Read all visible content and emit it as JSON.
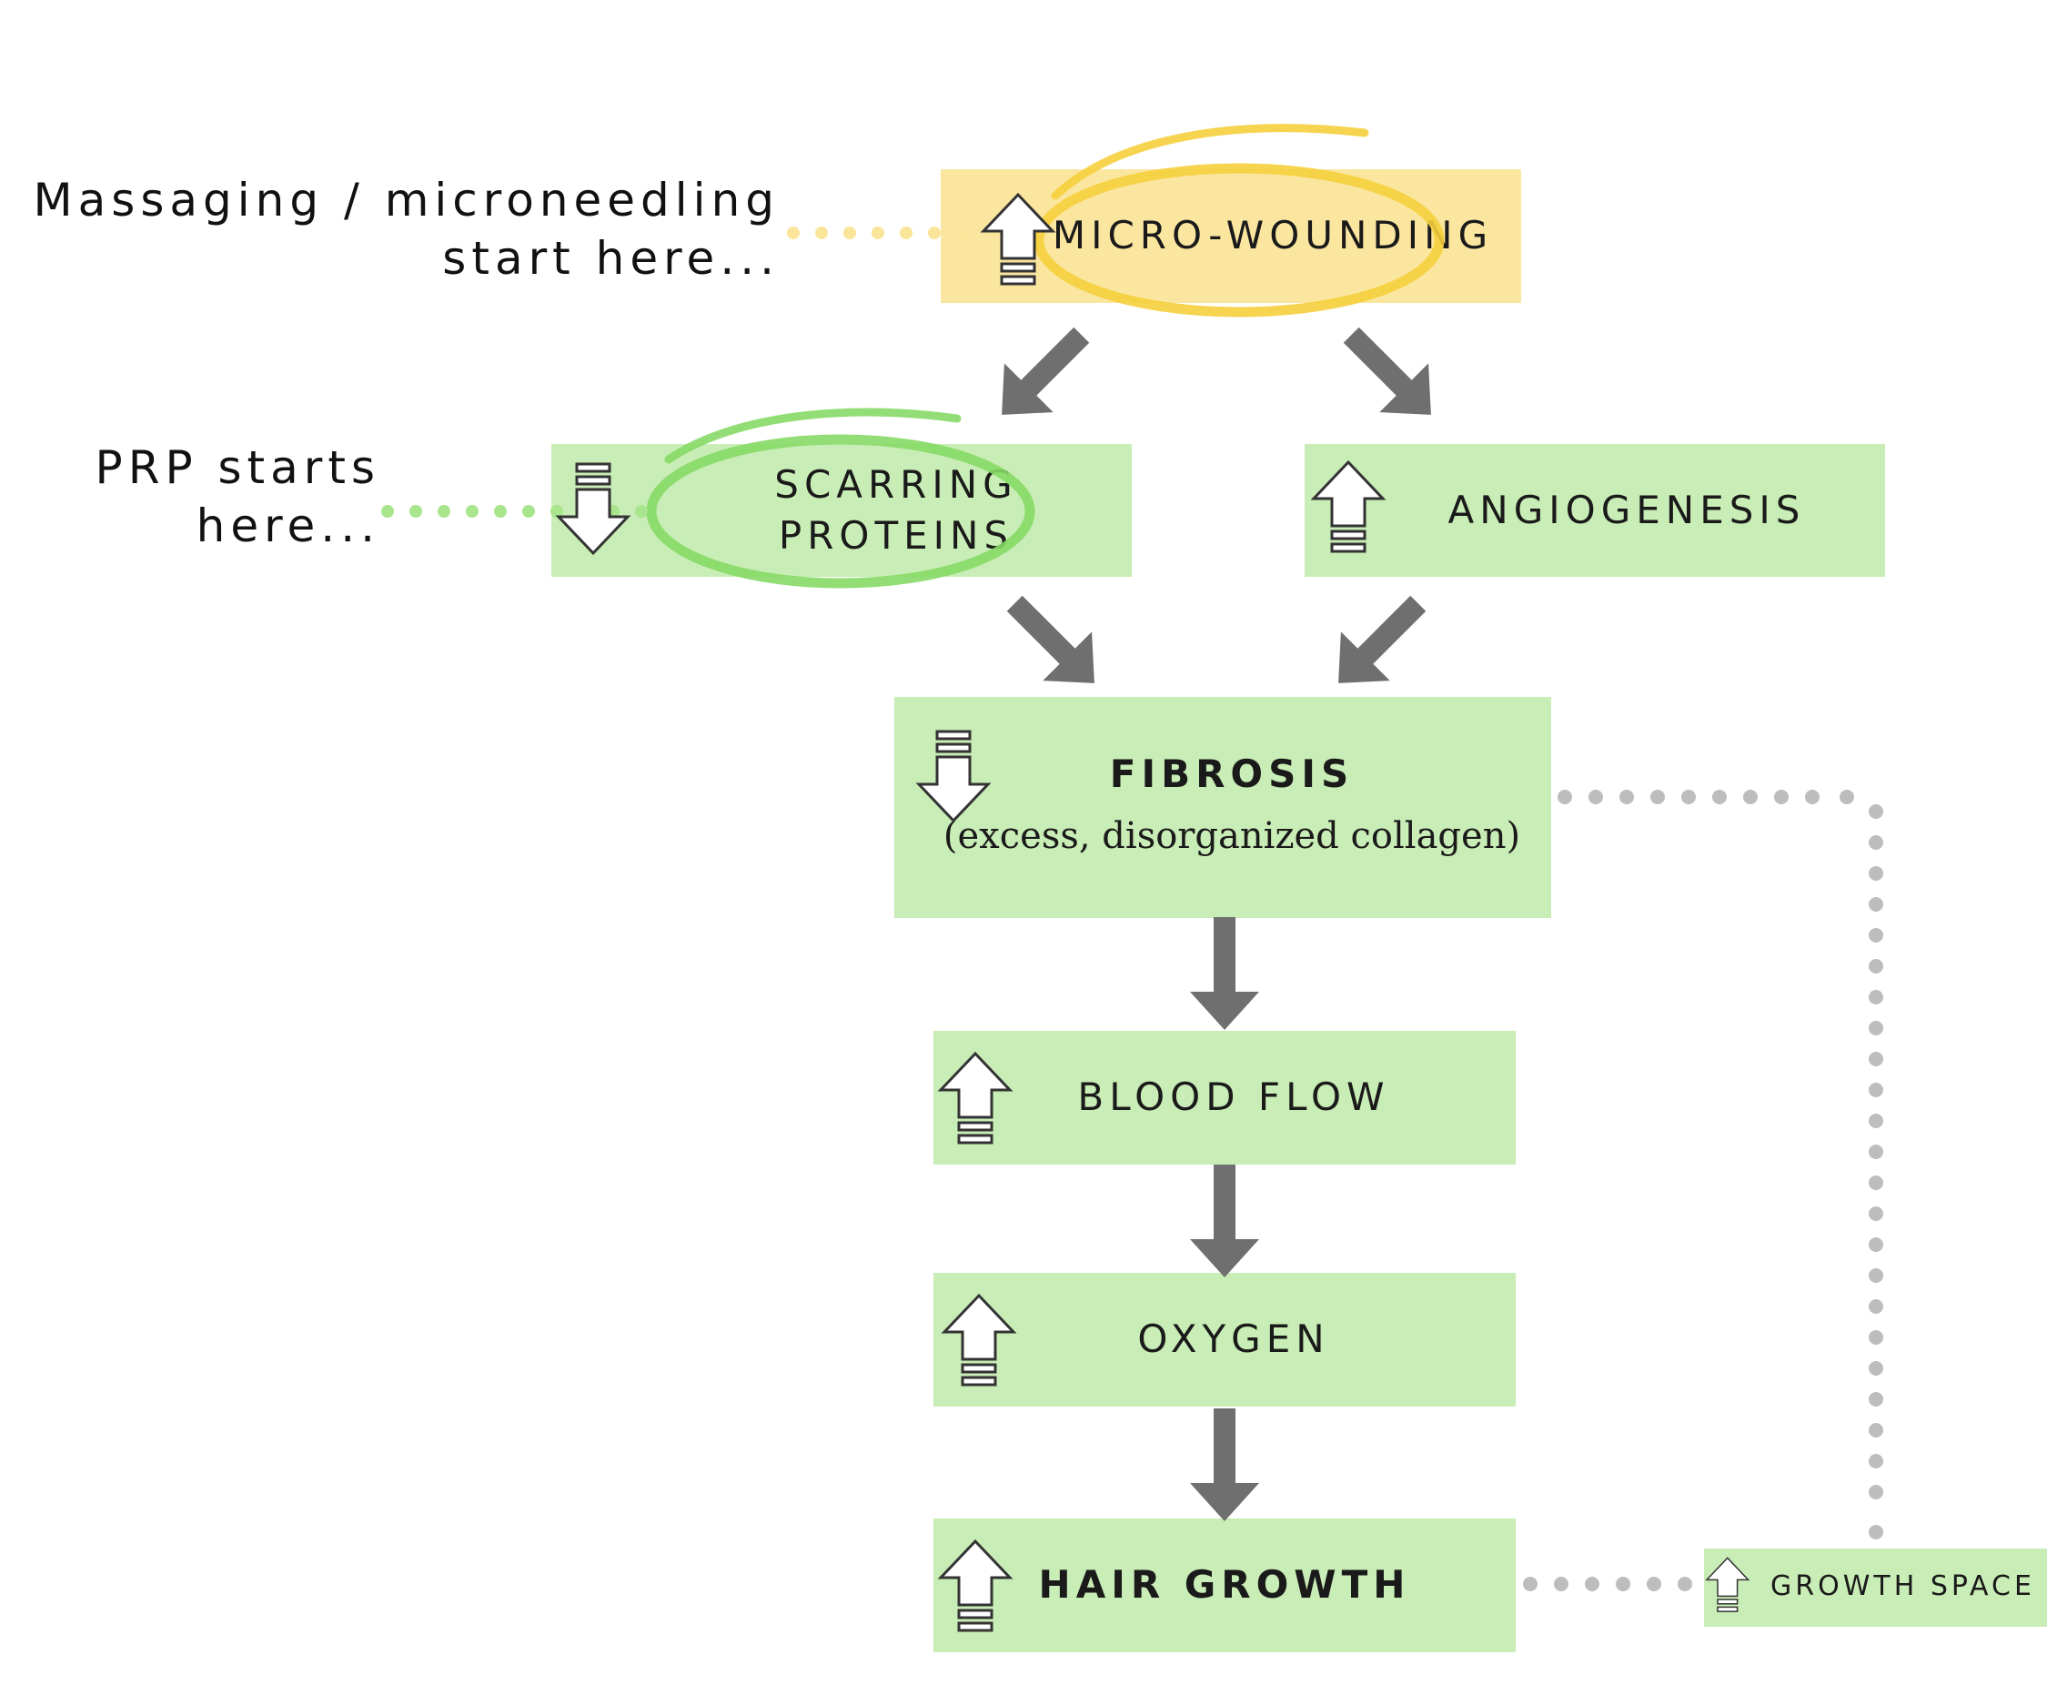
{
  "notes": {
    "massaging_line1": "Massaging / microneedling",
    "massaging_line2": "start here...",
    "prp_line1": "PRP starts",
    "prp_line2": "here..."
  },
  "nodes": {
    "micro_wounding": {
      "label": "MICRO-WOUNDING",
      "direction": "up"
    },
    "scarring_proteins": {
      "line1": "SCARRING",
      "line2": "PROTEINS",
      "direction": "down"
    },
    "angiogenesis": {
      "label": "ANGIOGENESIS",
      "direction": "up"
    },
    "fibrosis": {
      "label": "FIBROSIS",
      "sublabel": "(excess, disorganized collagen)",
      "direction": "down"
    },
    "blood_flow": {
      "label": "BLOOD FLOW",
      "direction": "up"
    },
    "oxygen": {
      "label": "OXYGEN",
      "direction": "up"
    },
    "hair_growth": {
      "label": "HAIR GROWTH",
      "direction": "up"
    },
    "growth_space": {
      "label": "GROWTH SPACE",
      "direction": "up"
    }
  },
  "colors": {
    "box_green": "#c9edb6",
    "box_yellow": "#fbe6a0",
    "highlight_yellow": "#f5cf3c",
    "highlight_green": "#86d966",
    "arrow_gray": "#6f6f6f",
    "dot_gray": "#bdbdbd",
    "dot_yellow": "#fbe59a",
    "dot_green": "#a9e58c"
  }
}
